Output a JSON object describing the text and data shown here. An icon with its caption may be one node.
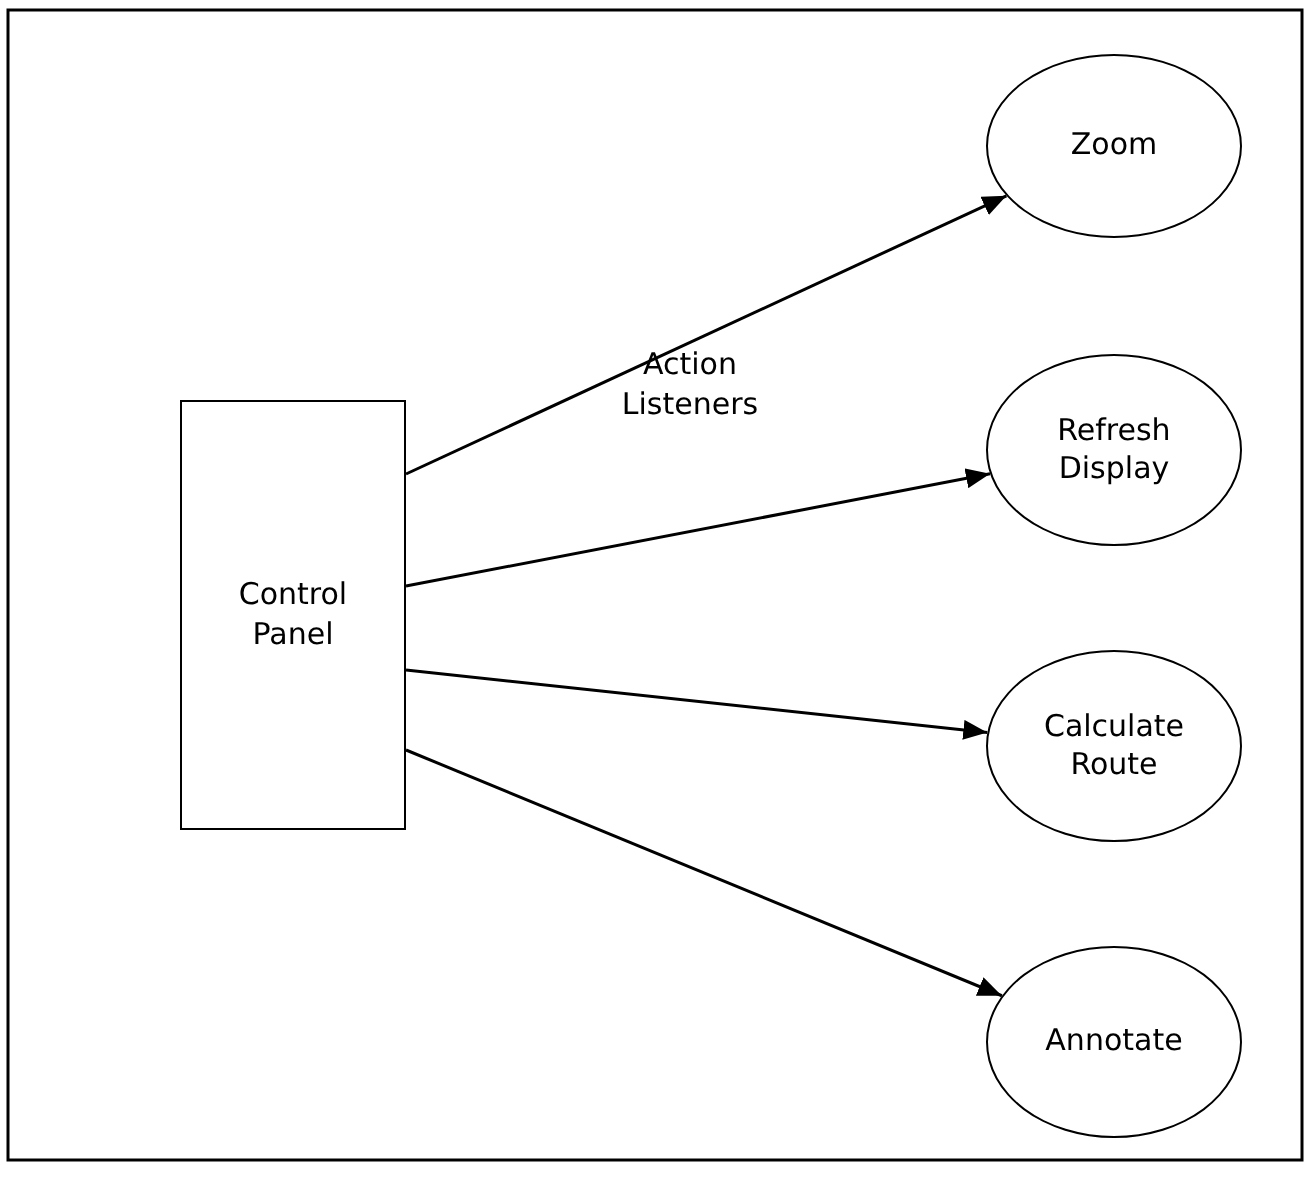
{
  "diagram": {
    "nodes": [
      {
        "text": [
          "Control Panel"
        ]
      },
      {
        "text": [
          "Zoom"
        ]
      },
      {
        "text": [
          "Refresh Display"
        ]
      },
      {
        "text": [
          "Calculate Route"
        ]
      },
      {
        "text": [
          "Annotate"
        ]
      }
    ],
    "edges": [
      {
        "from": 0,
        "to": 1,
        "arrow": "to"
      },
      {
        "from": 0,
        "to": 2,
        "arrow": "to"
      },
      {
        "from": 0,
        "to": 3,
        "arrow": "to"
      },
      {
        "from": 0,
        "to": 4,
        "arrow": "to"
      }
    ],
    "labels": [
      "Action Listeners"
    ]
  }
}
